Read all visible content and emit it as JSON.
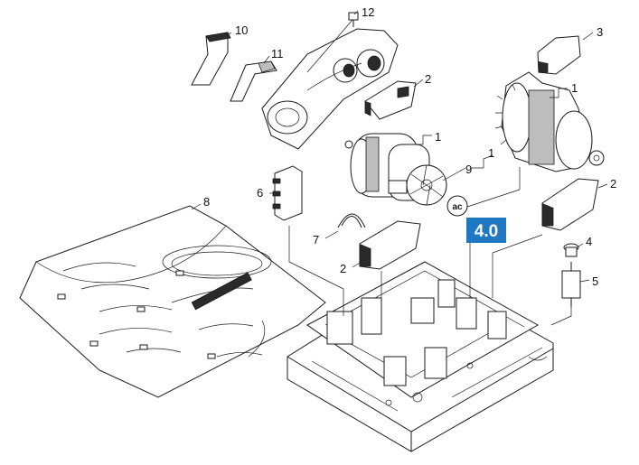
{
  "callouts": {
    "c1a": "1",
    "c1b": "1",
    "c1c": "1",
    "c2a": "2",
    "c2b": "2",
    "c2c": "2",
    "c3": "3",
    "c4": "4",
    "c5": "5",
    "c6": "6",
    "c7": "7",
    "c8": "8",
    "c9": "9",
    "c10": "10",
    "c11": "11",
    "c12": "12"
  },
  "badge": {
    "label": "4.0",
    "color": "#1f78c1"
  },
  "ac_marker": "ac"
}
